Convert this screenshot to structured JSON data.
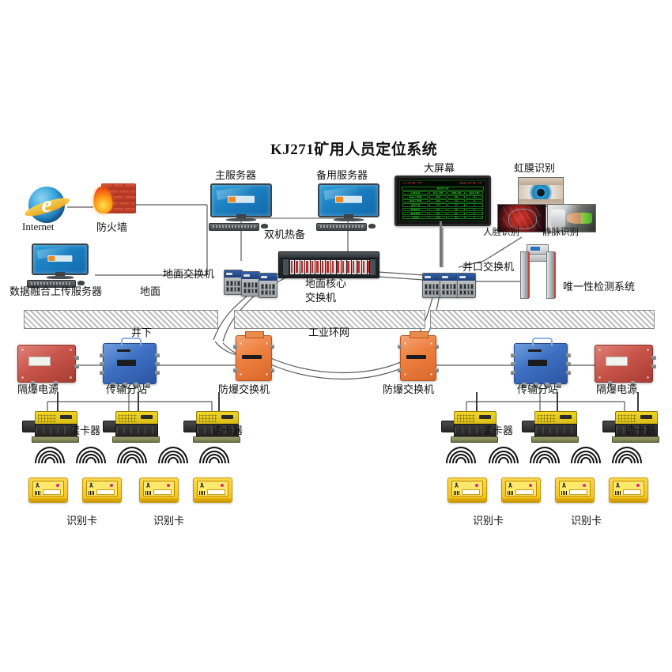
{
  "title": "KJ271矿用人员定位系统",
  "colors": {
    "wire": "#5a5a5a",
    "ground_hatch": "#bdbdbd",
    "power_box": "#c9554a",
    "substation_box": "#3d6fc2",
    "exswitch_box": "#ec7f3e",
    "reader_yellow": "#f5d92b",
    "card_yellow": "#ffd84d",
    "screen_green": "#27f527",
    "brick_red": "#b63a27"
  },
  "surface": {
    "internet": {
      "label": "Internet",
      "icon": "internet-explorer-icon",
      "glyph": "e"
    },
    "firewall": {
      "label": "防火墙",
      "icon": "firewall-brick-flame-icon"
    },
    "main_server": {
      "label": "主服务器",
      "icon": "desktop-computer-icon"
    },
    "backup_server": {
      "label": "备用服务器",
      "icon": "desktop-computer-icon"
    },
    "hot_standby": {
      "label": "双机热备"
    },
    "upload_server": {
      "label": "数据融合上传服务器",
      "icon": "desktop-computer-icon"
    },
    "ground_area": {
      "label": "地面"
    },
    "ground_switch": {
      "label": "地面交换机",
      "icon": "industrial-switch-icon"
    },
    "core_switch": {
      "label": "地面核心\n交换机",
      "line1": "地面核心",
      "line2": "交换机",
      "icon": "rack-chassis-icon"
    },
    "wellhead_switch": {
      "label": "井口交换机",
      "icon": "industrial-switch-icon"
    },
    "uniqueness_system": {
      "label": "唯一性检测系统",
      "icon": "security-gate-icon"
    },
    "big_screen": {
      "label": "大屏幕",
      "icon": "led-display-icon"
    },
    "iris": {
      "label": "虹膜识别",
      "icon": "iris-photo-icon"
    },
    "face": {
      "label": "人脸识别",
      "icon": "face-scan-photo-icon"
    },
    "vein": {
      "label": "静脉识别",
      "icon": "vein-scan-photo-icon"
    }
  },
  "big_screen_display": {
    "header_left": "井下总人数：800",
    "header_right": "当前井下总人数：620",
    "subtitle": "各区域人数",
    "columns": [
      "区域名称",
      "核定人数",
      "当前人数",
      "超员人数"
    ],
    "rows": [
      [
        "综采工作面",
        "100",
        "68",
        "0"
      ],
      [
        "掘进工作面",
        "100",
        "72",
        "0"
      ],
      [
        "运输大巷",
        "100",
        "55",
        "0"
      ],
      [
        "机电硐室",
        "50",
        "20",
        "0"
      ],
      [
        "井底车场",
        "50",
        "31",
        "0"
      ],
      [
        "主斜井",
        "100",
        "84",
        "0"
      ]
    ]
  },
  "underground": {
    "area_label": "井下",
    "ring_label": "工业环网",
    "power_supply": {
      "label": "隔爆电源"
    },
    "substation": {
      "label": "传输分站"
    },
    "ex_switch": {
      "label": "防爆交换机"
    },
    "reader": {
      "label": "读卡器"
    },
    "id_card": {
      "label": "识别卡"
    },
    "left_group": {
      "power_supply_label": "隔爆电源",
      "substation_label": "传输分站",
      "ex_switch_label": "防爆交换机",
      "reader_labels": [
        "读卡器",
        "读卡器"
      ],
      "card_labels": [
        "识别卡",
        "识别卡"
      ],
      "reader_count": 3,
      "card_count": 4,
      "wave_count": 5
    },
    "right_group": {
      "ex_switch_label": "防爆交换机",
      "substation_label": "传输分站",
      "power_supply_label": "隔爆电源",
      "reader_labels": [
        "读卡器",
        "读卡器"
      ],
      "card_labels": [
        "识别卡",
        "识别卡"
      ],
      "reader_count": 3,
      "card_count": 4,
      "wave_count": 5
    }
  }
}
